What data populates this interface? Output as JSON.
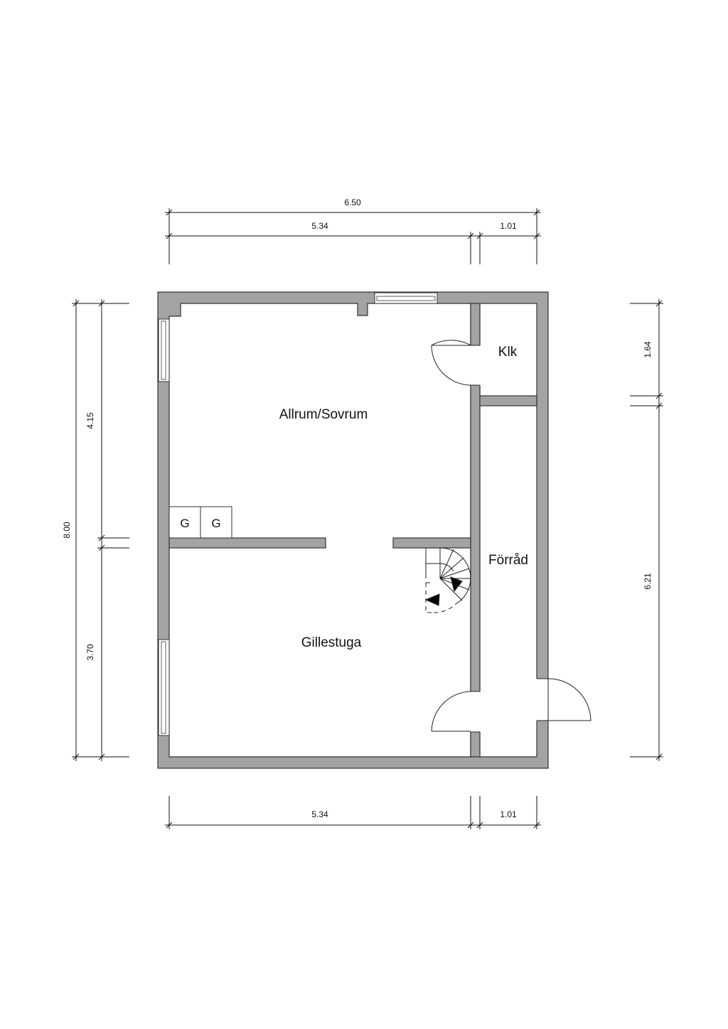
{
  "rooms": {
    "allrum": "Allrum/Sovrum",
    "klk": "Klk",
    "forrad": "Förråd",
    "gillestuga": "Gillestuga"
  },
  "fixtures": {
    "g1": "G",
    "g2": "G"
  },
  "dimensions": {
    "top_total": "6.50",
    "top_left": "5.34",
    "top_right": "1.01",
    "bottom_left": "5.34",
    "bottom_right": "1.01",
    "left_total": "8.00",
    "left_upper": "4.15",
    "left_lower": "3.70",
    "right_upper": "1.64",
    "right_lower": "6.21"
  },
  "colors": {
    "wall": "#a3a3a3",
    "line": "#111111"
  }
}
